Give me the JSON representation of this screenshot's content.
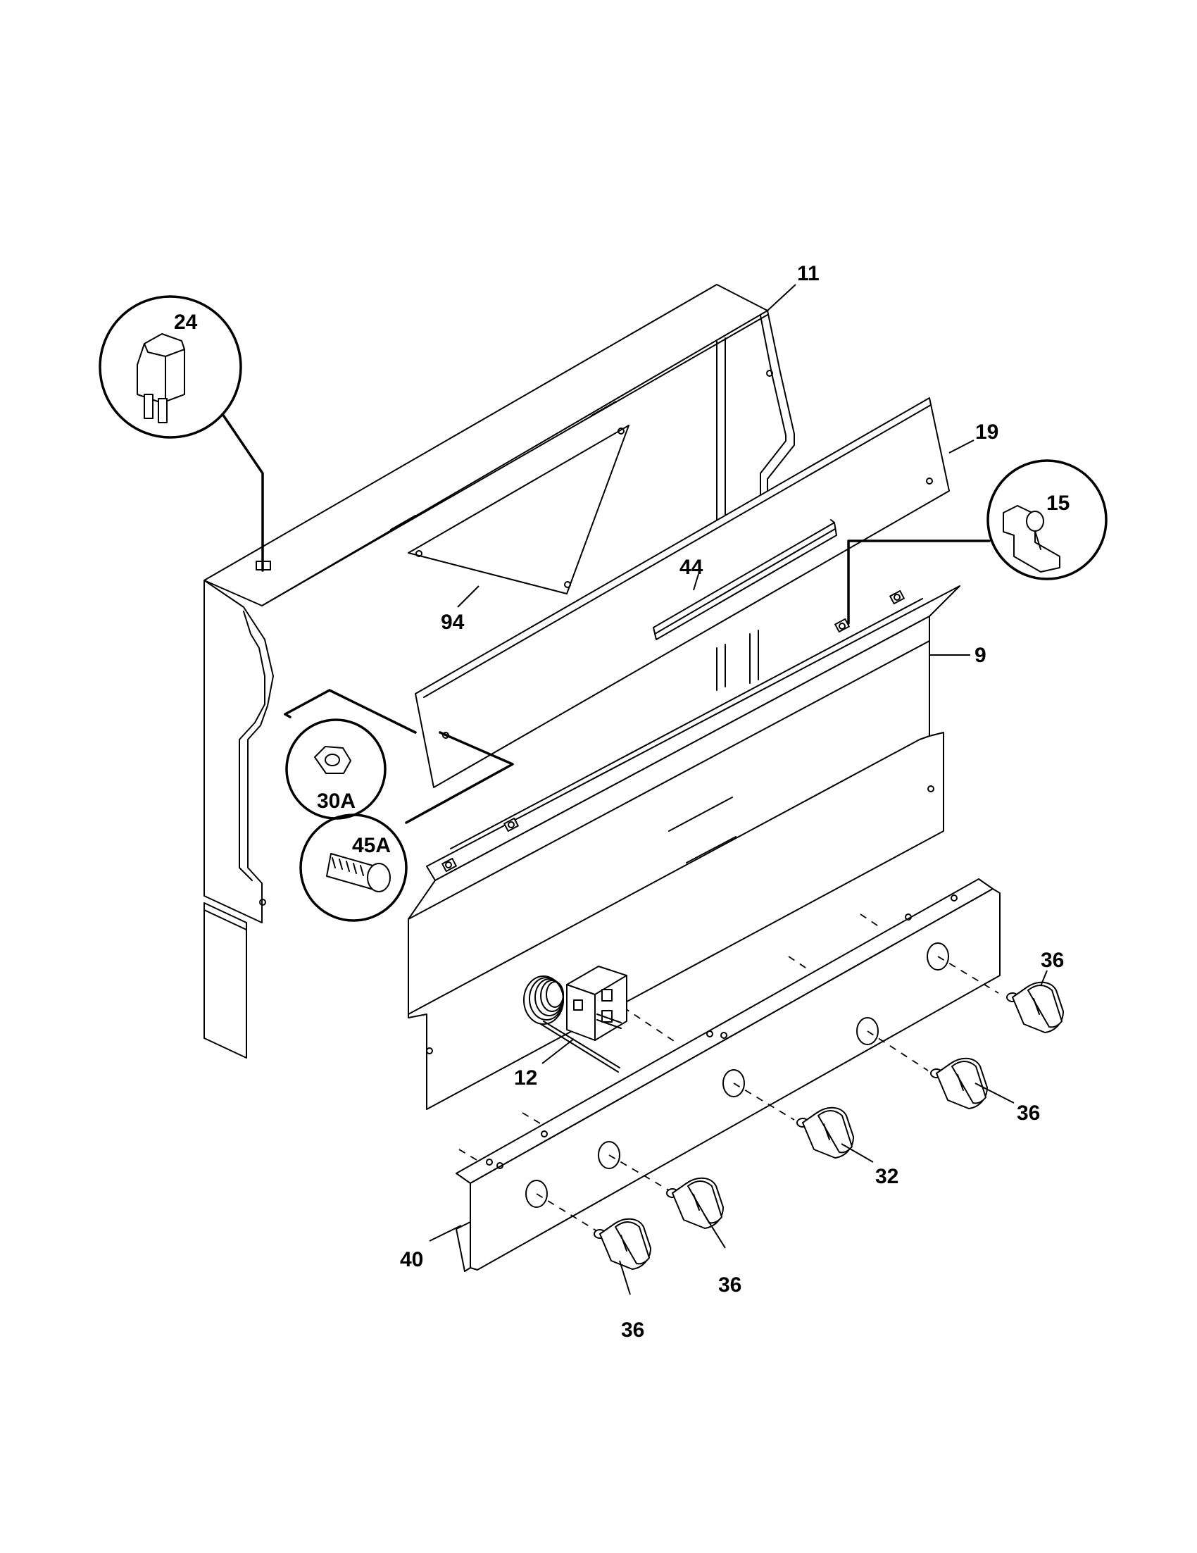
{
  "diagram": {
    "callouts": {
      "c11": "11",
      "c24": "24",
      "c19": "19",
      "c15": "15",
      "c44": "44",
      "c94": "94",
      "c9": "9",
      "c30a": "30A",
      "c45a": "45A",
      "c36_a": "36",
      "c36_b": "36",
      "c36_c": "36",
      "c36_d": "36",
      "c12": "12",
      "c32": "32",
      "c40": "40"
    }
  }
}
